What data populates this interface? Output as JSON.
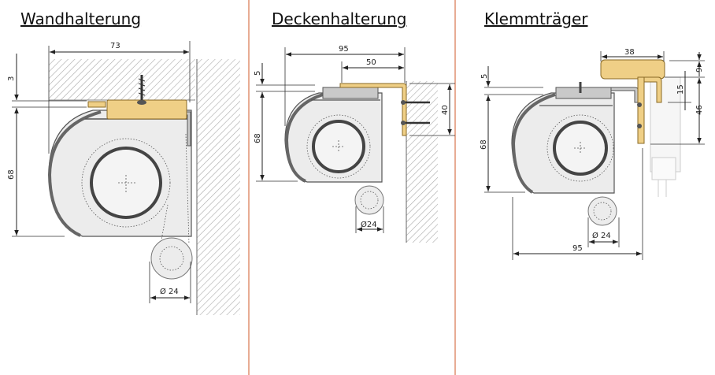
{
  "panels": [
    {
      "title": "Wandhalterung",
      "dims": {
        "width": "73",
        "gap": "3",
        "height": "68",
        "tube": "Ø 24"
      }
    },
    {
      "title": "Deckenhalterung",
      "dims": {
        "width": "95",
        "bracket": "50",
        "gap": "5",
        "height": "68",
        "bracket_height": "40",
        "tube": "Ø24"
      }
    },
    {
      "title": "Klemmträger",
      "dims": {
        "clamp": "38",
        "top": "9",
        "mid": "15",
        "depth": "46",
        "gap": "5",
        "height": "68",
        "tube": "Ø 24",
        "width": "95"
      }
    }
  ],
  "colors": {
    "divider": "#d05a2a",
    "bracket": "#efcf86",
    "housing": "#ececec"
  }
}
